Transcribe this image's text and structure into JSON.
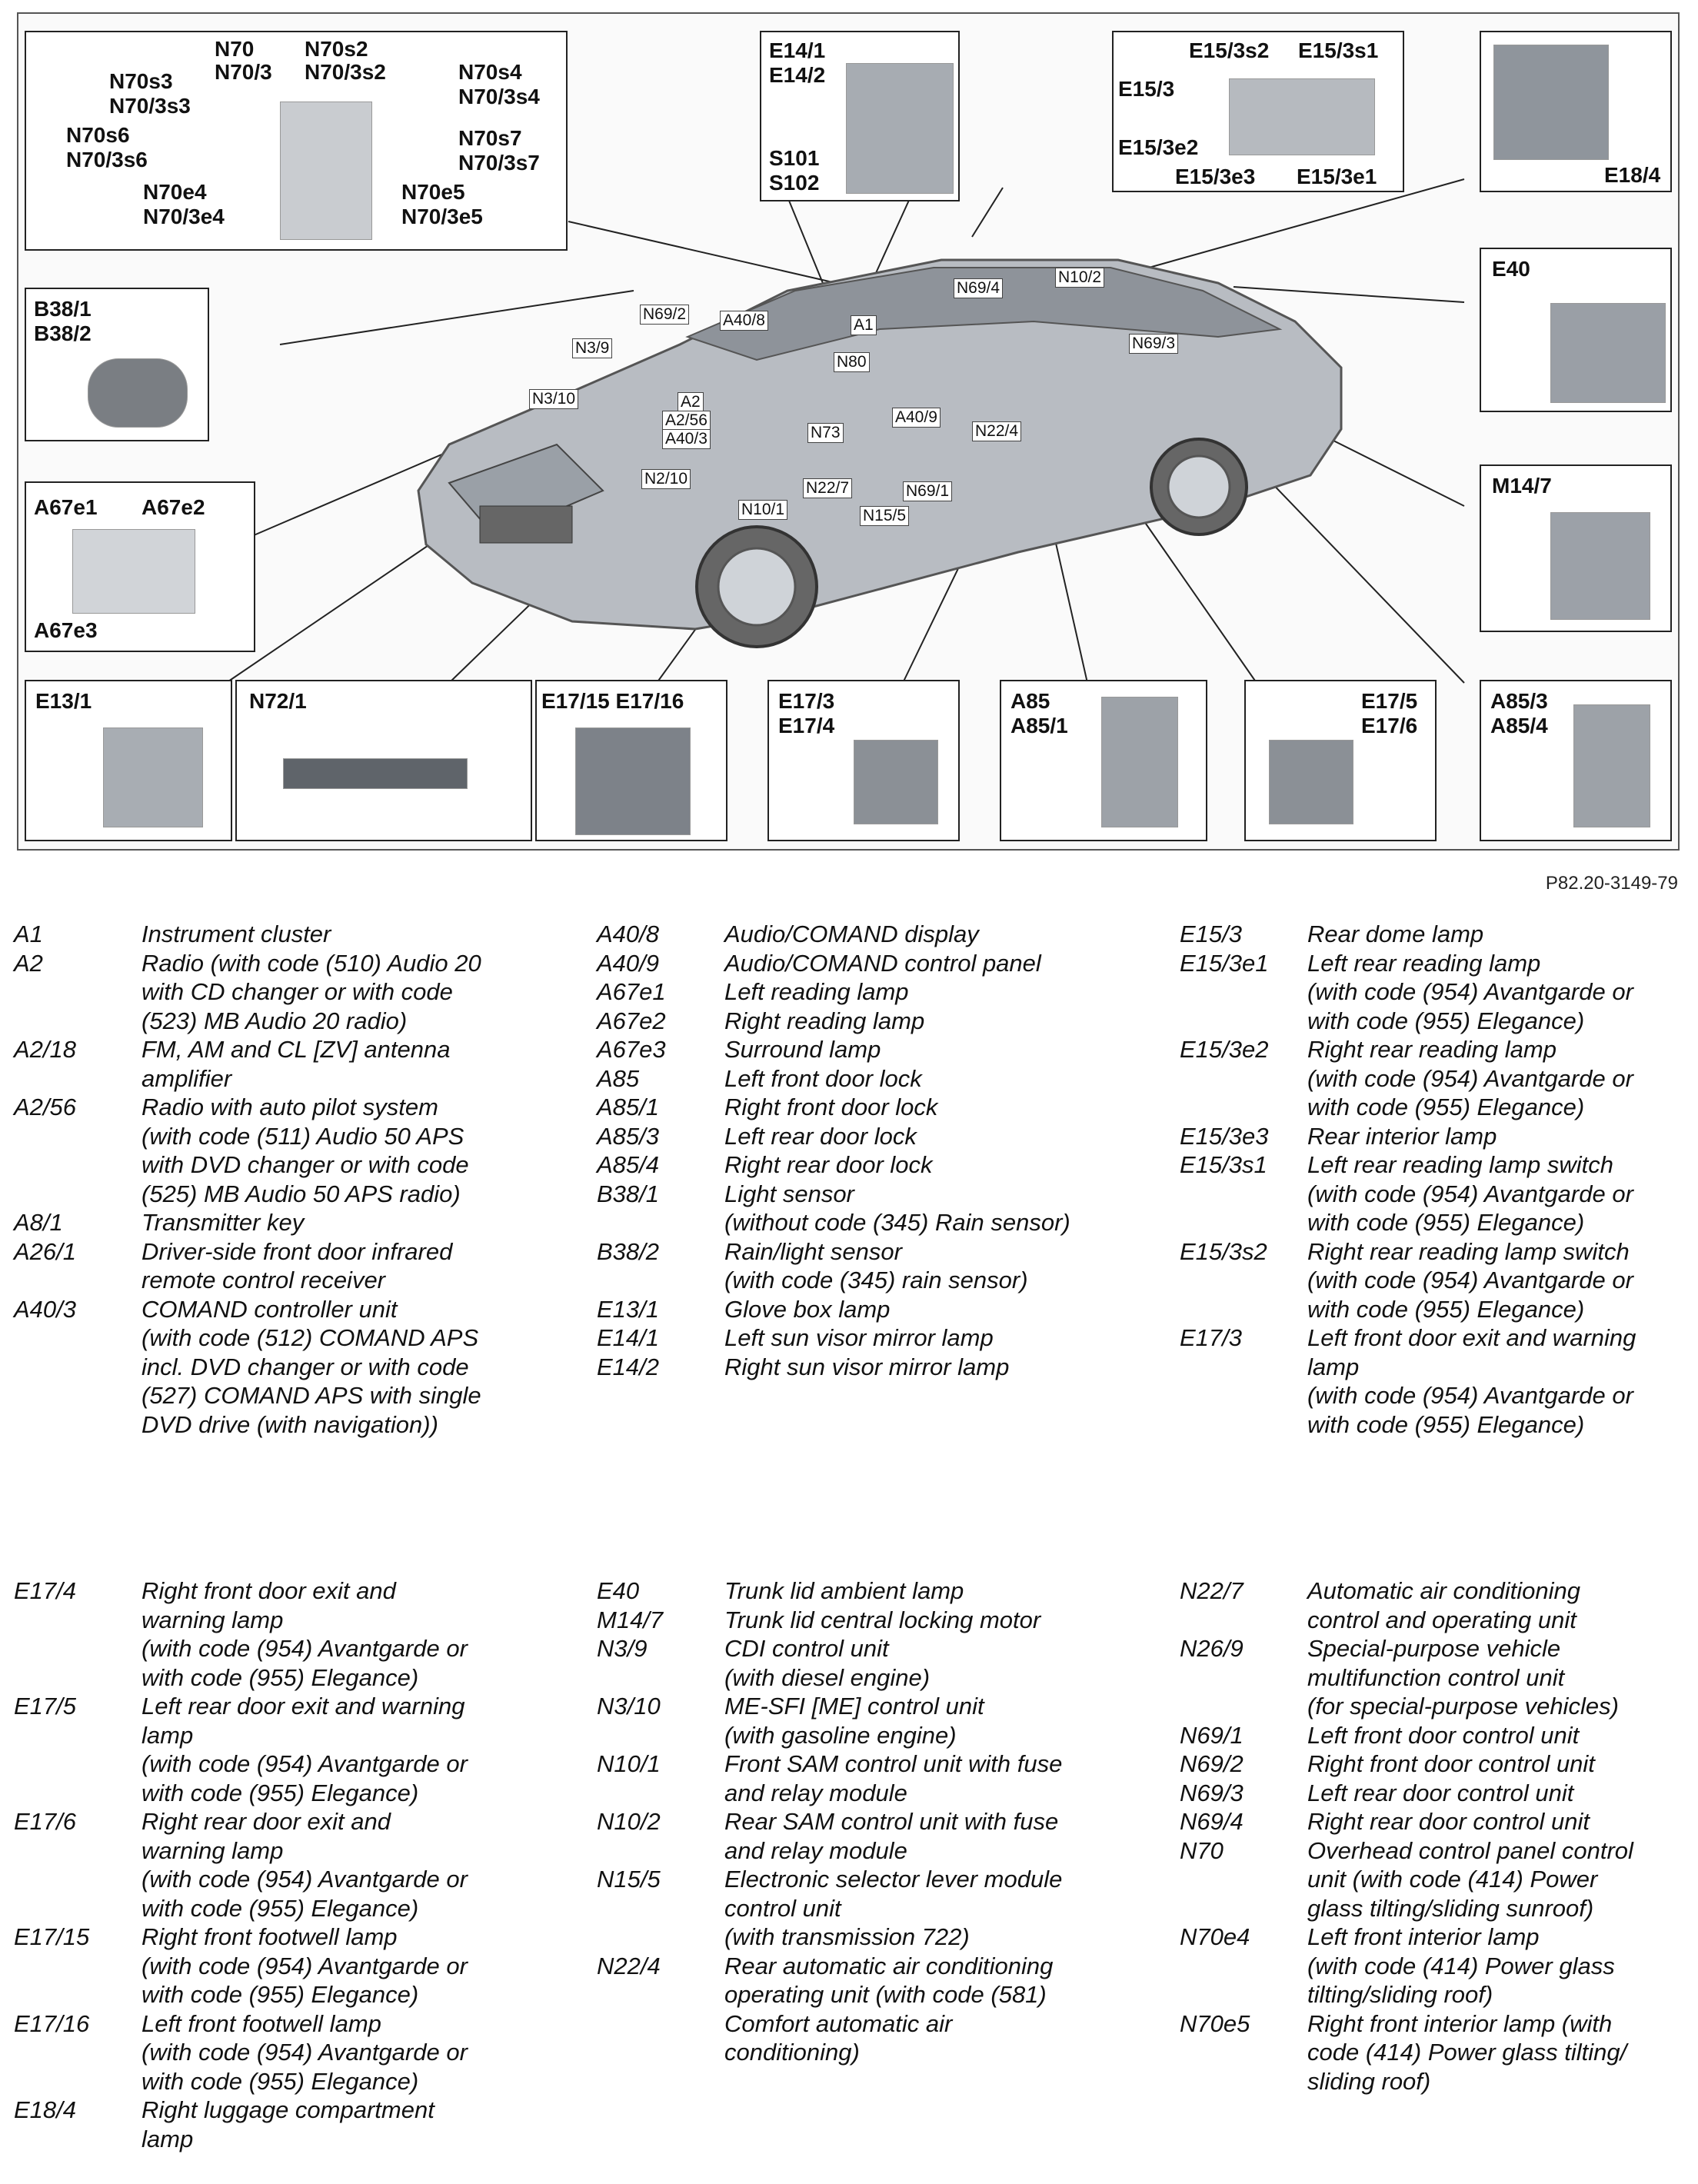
{
  "figure_reference": "P82.20-3149-79",
  "insets": {
    "overhead_panel": [
      "N70",
      "N70/3",
      "N70s2",
      "N70/3s2",
      "N70s3",
      "N70/3s3",
      "N70s4",
      "N70/3s4",
      "N70s6",
      "N70/3s6",
      "N70s7",
      "N70/3s7",
      "N70e4",
      "N70/3e4",
      "N70e5",
      "N70/3e5"
    ],
    "visor": [
      "E14/1",
      "E14/2",
      "S101",
      "S102"
    ],
    "rear_dome": [
      "E15/3s2",
      "E15/3s1",
      "E15/3",
      "E15/3e2",
      "E15/3e3",
      "E15/3e1"
    ],
    "luggage_lamp": "E18/4",
    "light_sensor": [
      "B38/1",
      "B38/2"
    ],
    "trunk_ambient": "E40",
    "reading_lamps": [
      "A67e1",
      "A67e2",
      "A67e3"
    ],
    "trunk_motor": "M14/7",
    "bottom_row": [
      [
        "E13/1"
      ],
      [
        "N72/1"
      ],
      [
        "E17/15  E17/16"
      ],
      [
        "E17/3",
        "E17/4"
      ],
      [
        "A85",
        "A85/1"
      ],
      [
        "E17/5",
        "E17/6"
      ],
      [
        "A85/3",
        "A85/4"
      ]
    ]
  },
  "car_callouts": [
    "N69/2",
    "A40/8",
    "A1",
    "N69/4",
    "N10/2",
    "N3/9",
    "N80",
    "N69/3",
    "N3/10",
    "A2",
    "A2/56",
    "A40/3",
    "A40/9",
    "N22/4",
    "N73",
    "N2/10",
    "N22/7",
    "N69/1",
    "N10/1",
    "N15/5"
  ],
  "legend": {
    "section1": [
      [
        {
          "code": "A1",
          "desc": "Instrument cluster"
        },
        {
          "code": "A2",
          "desc": "Radio (with code (510) Audio 20\nwith CD changer or with code\n(523) MB Audio 20 radio)"
        },
        {
          "code": "A2/18",
          "desc": "FM, AM and CL [ZV] antenna\namplifier"
        },
        {
          "code": "A2/56",
          "desc": "Radio with auto pilot system\n(with code (511) Audio 50 APS\nwith DVD changer or with code\n(525) MB Audio 50 APS radio)"
        },
        {
          "code": "A8/1",
          "desc": "Transmitter key"
        },
        {
          "code": "A26/1",
          "desc": "Driver-side front door infrared\nremote control receiver"
        },
        {
          "code": "A40/3",
          "desc": "COMAND controller unit\n(with code (512) COMAND APS\nincl. DVD changer or with code\n(527) COMAND APS with single\nDVD drive (with navigation))"
        }
      ],
      [
        {
          "code": "A40/8",
          "desc": "Audio/COMAND display"
        },
        {
          "code": "A40/9",
          "desc": "Audio/COMAND control panel"
        },
        {
          "code": "A67e1",
          "desc": "Left reading lamp"
        },
        {
          "code": "A67e2",
          "desc": "Right reading lamp"
        },
        {
          "code": "A67e3",
          "desc": "Surround lamp"
        },
        {
          "code": "A85",
          "desc": "Left front door lock"
        },
        {
          "code": "A85/1",
          "desc": "Right front door lock"
        },
        {
          "code": "A85/3",
          "desc": "Left rear door lock"
        },
        {
          "code": "A85/4",
          "desc": "Right rear door lock"
        },
        {
          "code": "B38/1",
          "desc": "Light sensor\n(without code (345) Rain sensor)"
        },
        {
          "code": "B38/2",
          "desc": "Rain/light sensor\n(with code (345) rain sensor)"
        },
        {
          "code": "E13/1",
          "desc": "Glove box lamp"
        },
        {
          "code": "E14/1",
          "desc": "Left sun visor mirror lamp"
        },
        {
          "code": "E14/2",
          "desc": "Right sun visor mirror lamp"
        }
      ],
      [
        {
          "code": "E15/3",
          "desc": "Rear dome lamp"
        },
        {
          "code": "E15/3e1",
          "desc": "Left rear reading lamp\n(with code (954) Avantgarde or\nwith code (955) Elegance)"
        },
        {
          "code": "E15/3e2",
          "desc": "Right rear reading lamp\n(with code (954) Avantgarde or\nwith code (955) Elegance)"
        },
        {
          "code": "E15/3e3",
          "desc": "Rear interior lamp"
        },
        {
          "code": "E15/3s1",
          "desc": "Left rear reading lamp switch\n(with code (954) Avantgarde or\nwith code (955) Elegance)"
        },
        {
          "code": "E15/3s2",
          "desc": "Right rear reading lamp switch\n(with code (954) Avantgarde or\nwith code (955) Elegance)"
        },
        {
          "code": "E17/3",
          "desc": "Left front door exit and warning\nlamp\n(with code (954) Avantgarde or\nwith code (955) Elegance)"
        }
      ]
    ],
    "section2": [
      [
        {
          "code": "E17/4",
          "desc": "Right front door exit and\nwarning lamp\n(with code (954) Avantgarde or\nwith code (955) Elegance)"
        },
        {
          "code": "E17/5",
          "desc": "Left rear door exit and warning\nlamp\n(with code (954) Avantgarde or\nwith code (955) Elegance)"
        },
        {
          "code": "E17/6",
          "desc": "Right rear door exit and\nwarning lamp\n(with code (954) Avantgarde or\nwith code (955) Elegance)"
        },
        {
          "code": "E17/15",
          "desc": "Right front footwell lamp\n(with code (954) Avantgarde or\nwith code (955) Elegance)"
        },
        {
          "code": "E17/16",
          "desc": "Left front footwell lamp\n(with code (954) Avantgarde or\nwith code (955) Elegance)"
        },
        {
          "code": "E18/4",
          "desc": "Right luggage compartment\nlamp"
        }
      ],
      [
        {
          "code": "E40",
          "desc": "Trunk lid ambient lamp"
        },
        {
          "code": "M14/7",
          "desc": "Trunk lid central locking motor"
        },
        {
          "code": "N3/9",
          "desc": "CDI control unit\n(with diesel engine)"
        },
        {
          "code": "N3/10",
          "desc": "ME-SFI [ME] control unit\n(with gasoline engine)"
        },
        {
          "code": "N10/1",
          "desc": "Front SAM control unit with fuse\nand relay module"
        },
        {
          "code": "N10/2",
          "desc": "Rear SAM control unit with fuse\nand relay module"
        },
        {
          "code": "N15/5",
          "desc": "Electronic selector lever module\ncontrol unit\n(with transmission 722)"
        },
        {
          "code": "N22/4",
          "desc": "Rear automatic air conditioning\noperating unit (with code (581)\nComfort automatic air\nconditioning)"
        }
      ],
      [
        {
          "code": "N22/7",
          "desc": "Automatic air conditioning\ncontrol and operating unit"
        },
        {
          "code": "N26/9",
          "desc": "Special-purpose vehicle\nmultifunction control unit\n(for special-purpose vehicles)"
        },
        {
          "code": "N69/1",
          "desc": "Left front door control unit"
        },
        {
          "code": "N69/2",
          "desc": "Right front door control unit"
        },
        {
          "code": "N69/3",
          "desc": "Left rear door control unit"
        },
        {
          "code": "N69/4",
          "desc": "Right rear door control unit"
        },
        {
          "code": "N70",
          "desc": "Overhead control panel control\nunit (with code (414) Power\nglass tilting/sliding sunroof)"
        },
        {
          "code": "N70e4",
          "desc": "Left front interior lamp\n(with code (414) Power glass\ntilting/sliding roof)"
        },
        {
          "code": "N70e5",
          "desc": "Right front interior lamp (with\ncode (414) Power glass tilting/\nsliding roof)"
        }
      ]
    ]
  }
}
